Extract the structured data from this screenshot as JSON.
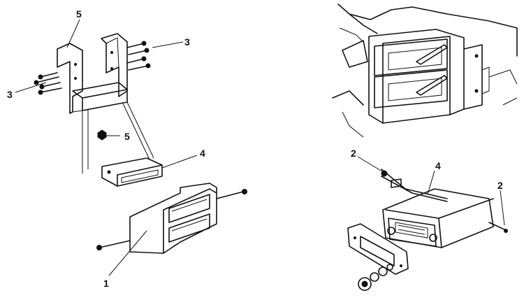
{
  "callouts": {
    "bracket_top": "5",
    "screws_right": "3",
    "screws_left": "3",
    "nut": "5",
    "pocket": "4",
    "bezel": "1",
    "wire_left": "2",
    "radio": "4",
    "wire_right": "2"
  },
  "icons": [
    "screw-icon",
    "nut-icon",
    "knob-icon"
  ]
}
